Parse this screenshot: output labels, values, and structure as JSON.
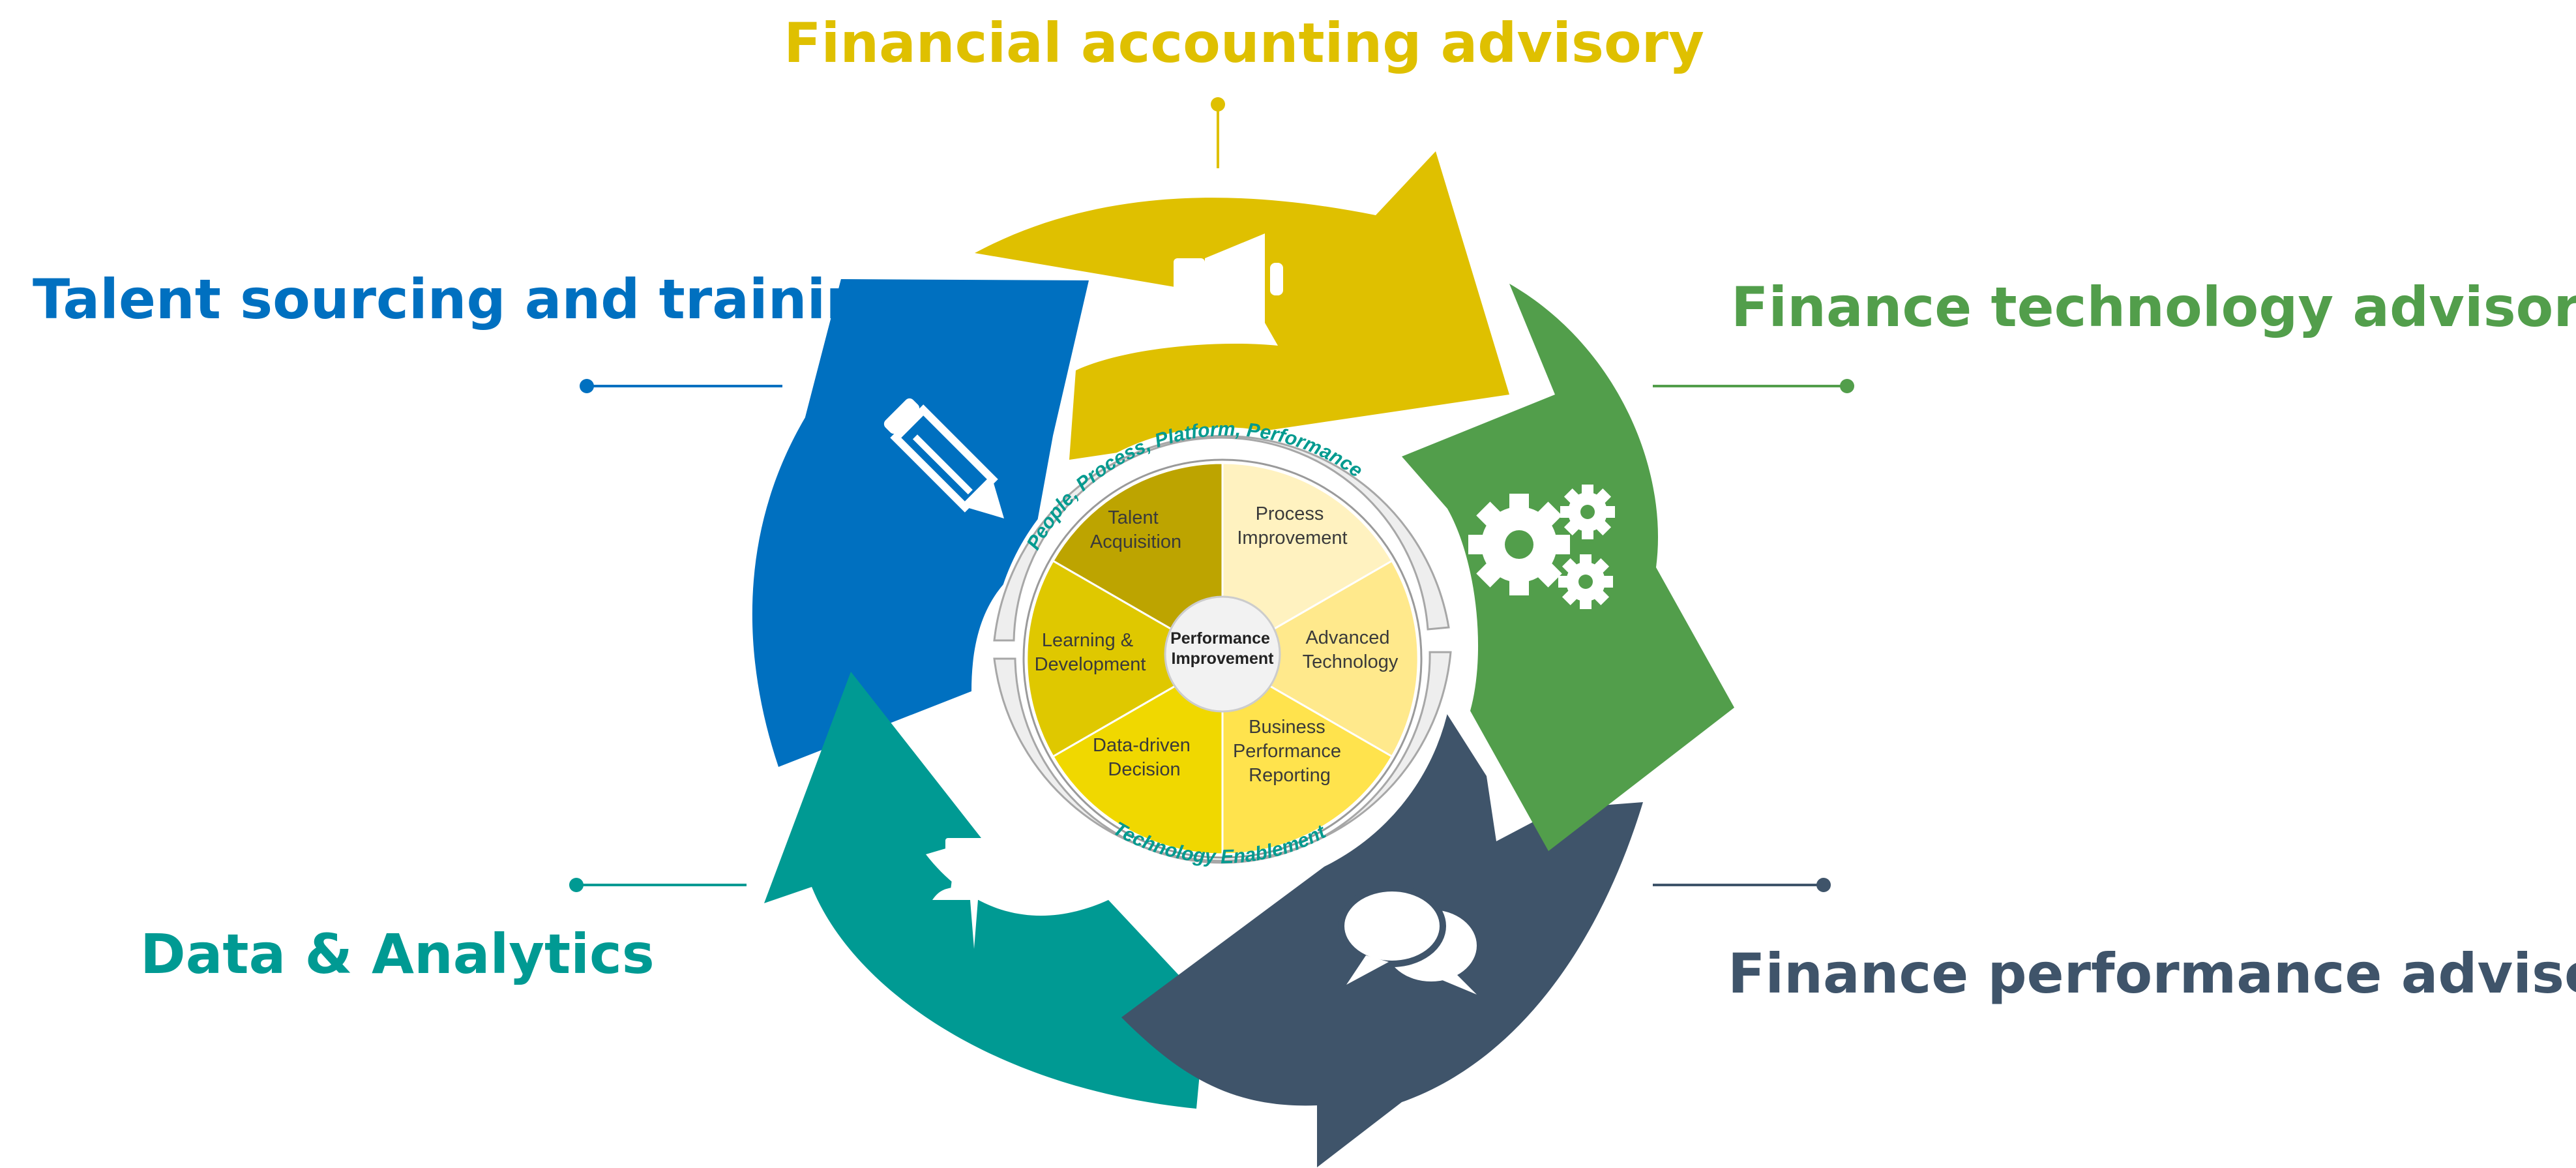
{
  "labels": {
    "top": "Financial accounting advisory",
    "left_top": "Talent sourcing and training",
    "right_top": "Finance technology advisory",
    "left_bottom": "Data & Analytics",
    "right_bottom": "Finance performance advisory"
  },
  "ring": {
    "top": "People, Process, Platform, Performance",
    "bottom": "Technology Enablement"
  },
  "center": {
    "line1": "Performance",
    "line2": "Improvement"
  },
  "segments": {
    "talent": [
      "Talent",
      "Acquisition"
    ],
    "process": [
      "Process",
      "Improvement"
    ],
    "advanced": [
      "Advanced",
      "Technology"
    ],
    "business": [
      "Business",
      "Performance",
      "Reporting"
    ],
    "data": [
      "Data-driven",
      "Decision"
    ],
    "learning": [
      "Learning &",
      "Development"
    ]
  },
  "colors": {
    "yellow_arrow": "#dfc000",
    "green_arrow": "#529e4b",
    "navy_arrow": "#3f546a",
    "teal_arrow": "#009a93",
    "blue_arrow": "#0070c0",
    "teal_text": "#009a8f",
    "seg_talent": "#bda400",
    "seg_process": "#fff2c0",
    "seg_advanced": "#ffe98c",
    "seg_business": "#ffe34d",
    "seg_data": "#f0d800",
    "seg_learning": "#dfc800"
  },
  "icons": [
    "megaphone-icon",
    "gears-icon",
    "chat-icon",
    "pushpin-icon",
    "pencil-icon"
  ]
}
